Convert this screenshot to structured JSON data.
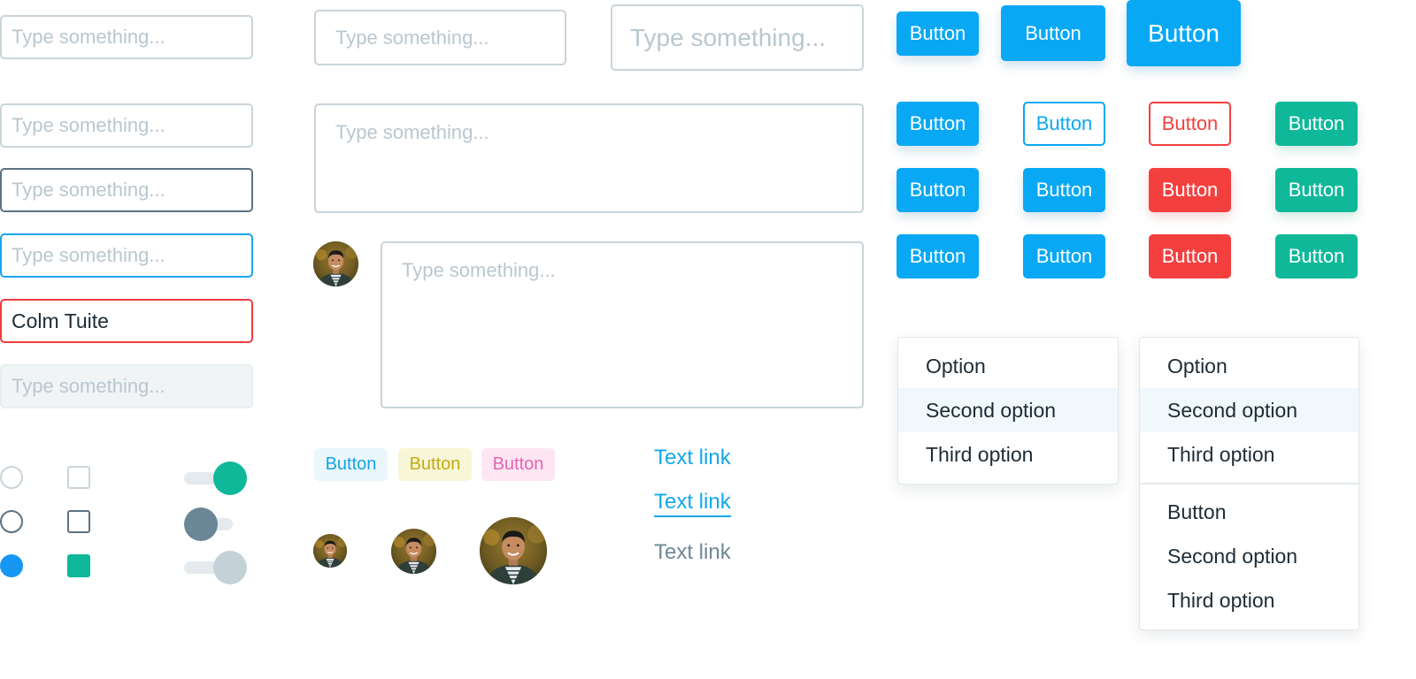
{
  "inputs": {
    "placeholder": "Type something...",
    "error_value": "Colm Tuite"
  },
  "buttons": {
    "label": "Button"
  },
  "soft_buttons": {
    "blue": "Button",
    "yellow": "Button",
    "pink": "Button"
  },
  "links": {
    "plain": "Text link",
    "underlined": "Text link",
    "muted": "Text link"
  },
  "dropdown_1": {
    "items": [
      "Option",
      "Second option",
      "Third option"
    ],
    "highlighted_index": 1
  },
  "dropdown_2": {
    "group_a": [
      "Option",
      "Second option",
      "Third option"
    ],
    "group_b": [
      "Button",
      "Second option",
      "Third option"
    ],
    "highlighted_index": 1
  },
  "controls": {
    "radio_states": [
      "unchecked",
      "unchecked",
      "checked"
    ],
    "checkbox_states": [
      "unchecked",
      "unchecked",
      "checked"
    ],
    "toggle_states": [
      "on",
      "off",
      "disabled"
    ]
  },
  "colors": {
    "primary": "#08a8f4",
    "danger": "#f43f3f",
    "success": "#10b89a",
    "border": "#c9d4da",
    "text": "#1d2b36"
  }
}
